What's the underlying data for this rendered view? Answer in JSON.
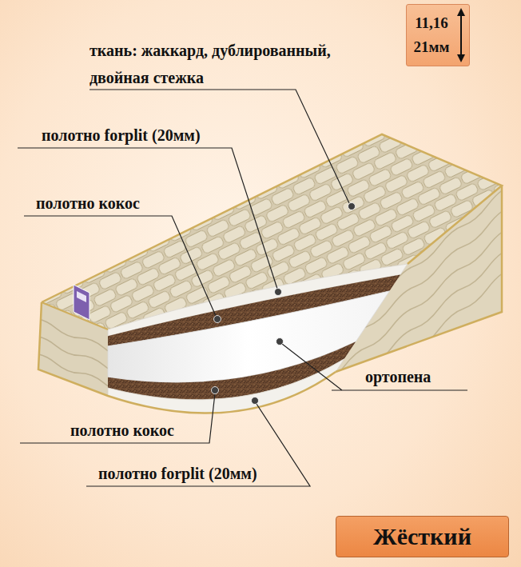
{
  "diagram": {
    "nodes": [
      {
        "text": [
          "11,16 21мм"
        ]
      },
      {
        "text": [
          "Жёсткий"
        ]
      }
    ],
    "labels": [
      "ткань: жаккард, дублированный, двойная стежка",
      "полотно forplit (20мм)",
      "полотно кокос",
      "ортопена",
      "полотно кокос",
      "полотно forplit (20мм)"
    ]
  }
}
